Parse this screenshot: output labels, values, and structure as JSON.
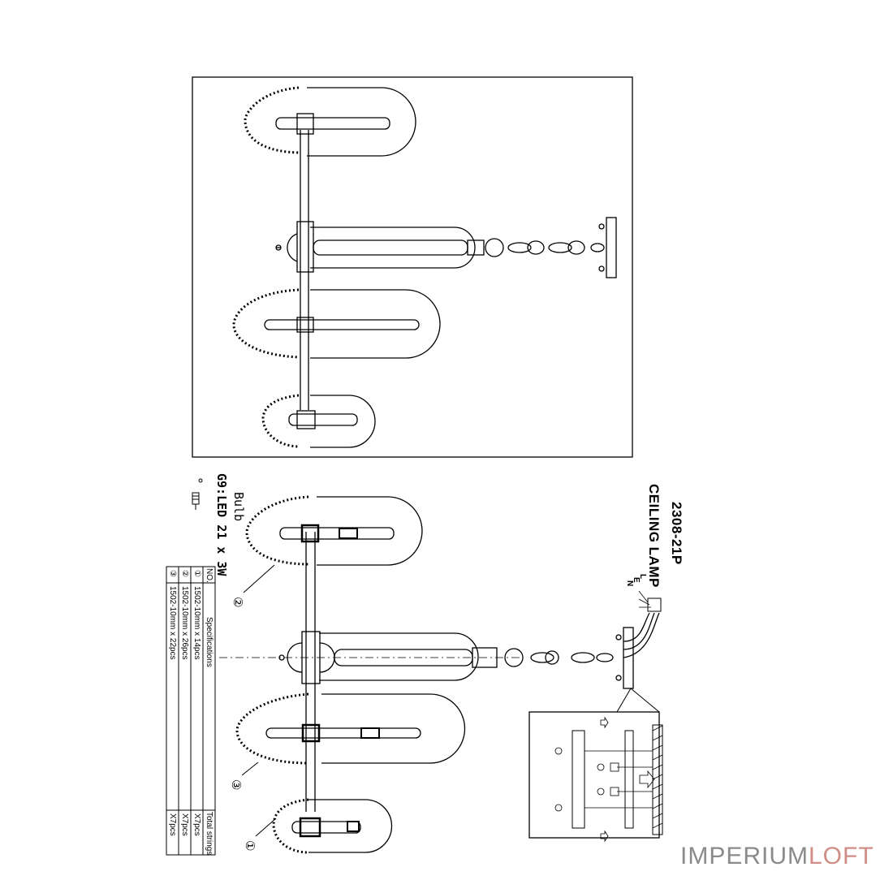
{
  "model": "2308-21P",
  "product": "CEILING LAMP",
  "bulb": {
    "label": "Bulb",
    "spec": "G9:LED 21 x 3W",
    "icon": "g9-bulb-icon"
  },
  "wires": [
    "L",
    "E",
    "N"
  ],
  "callouts": [
    "②",
    "③",
    "①"
  ],
  "table": {
    "headers": [
      "NO.",
      "Specifications",
      "Total strings"
    ],
    "rows": [
      {
        "no": "①",
        "spec": "1502-10mm x 14pcs",
        "total": "X7pcs"
      },
      {
        "no": "②",
        "spec": "1502-10mm x 26pcs",
        "total": "X7pcs"
      },
      {
        "no": "③",
        "spec": "1502-10mm x 22pcs",
        "total": "X7pcs"
      }
    ]
  },
  "watermark": {
    "part1": "IMPERIUM",
    "part2": "LOFT",
    "color1": "#8a8a8a",
    "color2": "#cf8d86"
  }
}
